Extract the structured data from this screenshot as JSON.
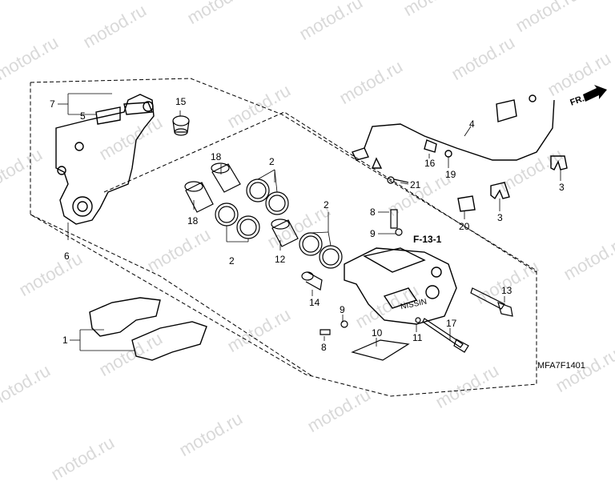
{
  "watermark": "motod.ru",
  "direction_label": "FR.",
  "section_ref": "F-13-1",
  "diagram_code": "MFA7F1401",
  "callouts": [
    "7",
    "5",
    "15",
    "6",
    "18",
    "2",
    "18",
    "2",
    "12",
    "2",
    "4",
    "16",
    "19",
    "21",
    "3",
    "3",
    "20",
    "8",
    "9",
    "14",
    "13",
    "9",
    "8",
    "10",
    "11",
    "17",
    "1"
  ],
  "brand_text": "NISSIN"
}
